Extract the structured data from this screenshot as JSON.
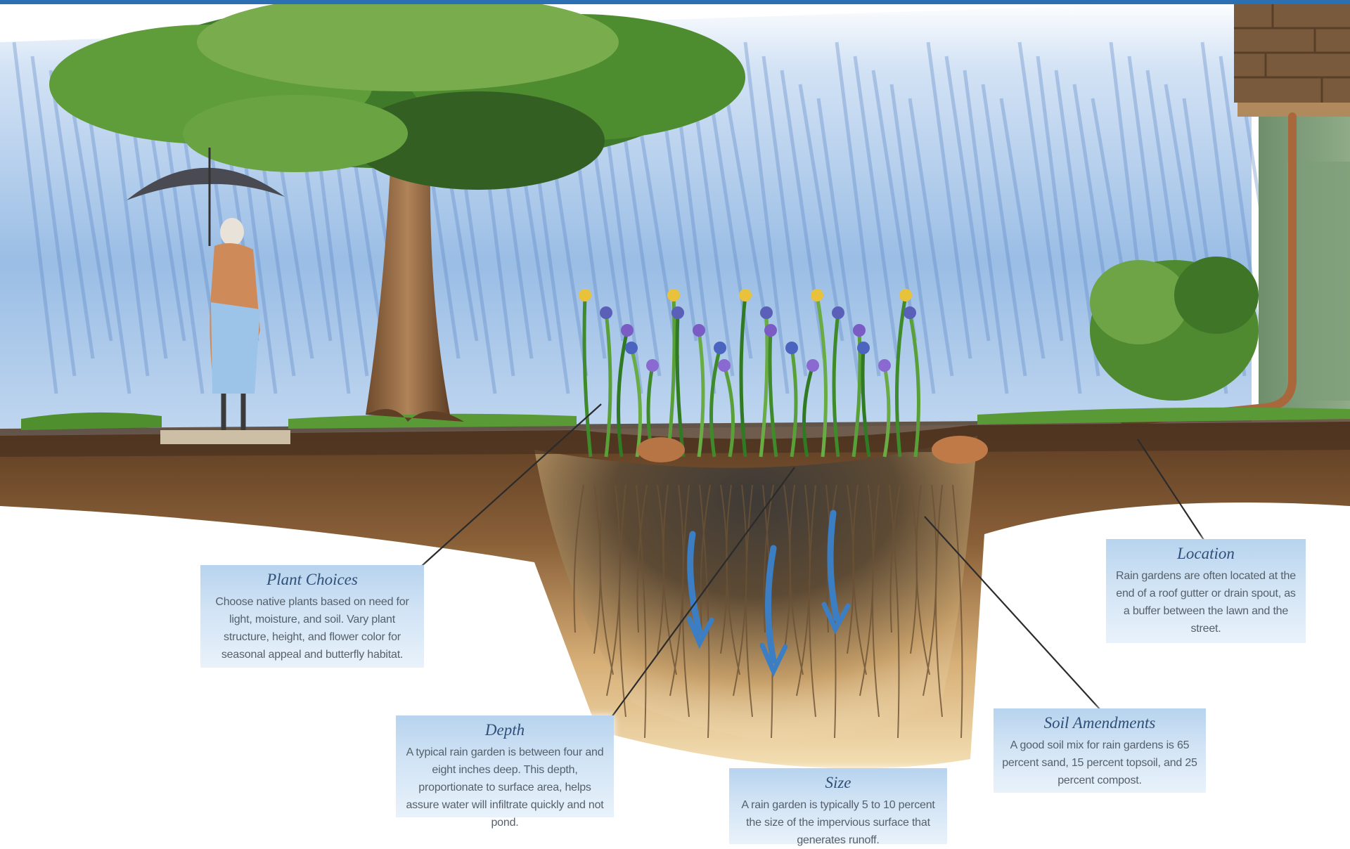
{
  "colors": {
    "frame": "#2d6fb3",
    "sky": "#8fb6e2",
    "rain": "#6f9ad4",
    "soil": "#7a5232",
    "sand": "#e9c98f",
    "grass": "#4f8f2d",
    "callout_bg": "#c4dcf2",
    "callout_title": "#2f4f78"
  },
  "callouts": {
    "plant_choices": {
      "title": "Plant Choices",
      "body": "Choose native plants based on need for light, moisture, and soil. Vary plant structure, height, and flower color for seasonal appeal and butterfly habitat."
    },
    "depth": {
      "title": "Depth",
      "body": "A typical rain garden is between four and eight inches deep. This depth, proportionate to surface area, helps assure water will infiltrate quickly and not pond."
    },
    "size": {
      "title": "Size",
      "body": "A rain garden is typically 5 to 10 percent the size of the impervious surface that generates runoff."
    },
    "soil_amendments": {
      "title": "Soil Amendments",
      "body": "A good soil mix for rain gardens is 65 percent sand, 15 percent topsoil, and 25 percent compost."
    },
    "location": {
      "title": "Location",
      "body": "Rain gardens are often located at the end of a roof gutter or drain spout, as a buffer between the lawn and the street."
    }
  },
  "icons": [
    "umbrella-icon",
    "person-figure",
    "tree-illustration",
    "house-wall",
    "downspout",
    "water-arrow-icon"
  ]
}
